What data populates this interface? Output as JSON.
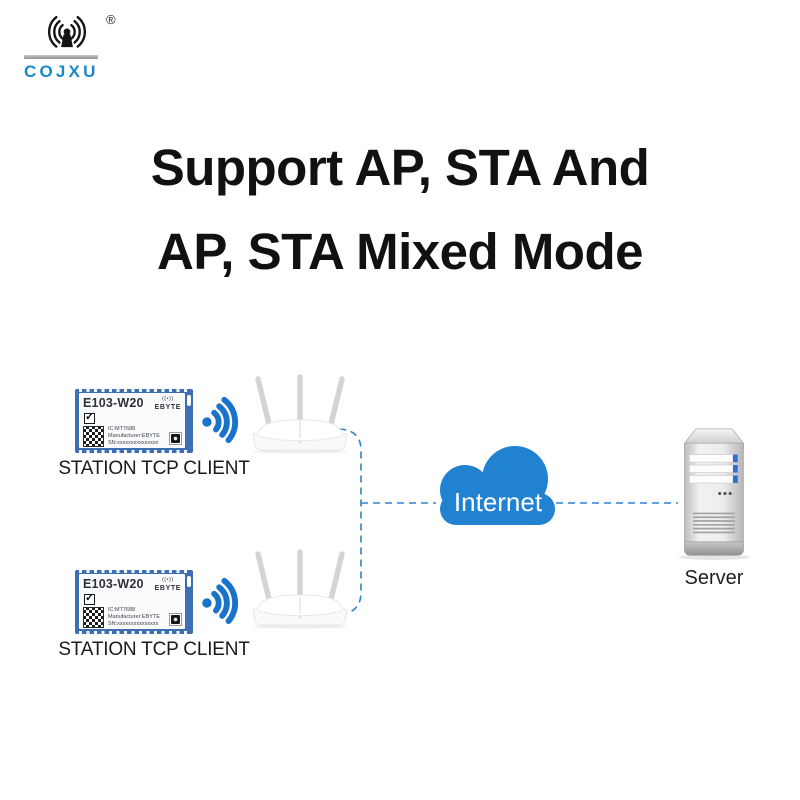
{
  "logo": {
    "brand": "COJXU",
    "registered_mark": "®"
  },
  "title": {
    "line1": "Support AP, STA And",
    "line2": "AP, STA Mixed Mode"
  },
  "modules": [
    {
      "model": "E103-W20",
      "brand": "EBYTE",
      "brand_icon": "((•))",
      "check_glyph": "✓",
      "info_lines": [
        "IC:MT7688",
        "Manufacturer:EBYTE",
        "SN:xxxxxxxxxxxxxxx"
      ],
      "caption": "STATION TCP CLIENT"
    },
    {
      "model": "E103-W20",
      "brand": "EBYTE",
      "brand_icon": "((•))",
      "check_glyph": "✓",
      "info_lines": [
        "IC:MT7688",
        "Manufacturer:EBYTE",
        "SN:xxxxxxxxxxxxxxx"
      ],
      "caption": "STATION TCP CLIENT"
    }
  ],
  "cloud": {
    "label": "Internet"
  },
  "server": {
    "label": "Server"
  },
  "colors": {
    "brand_blue": "#1789ca",
    "cloud_blue": "#2182d2",
    "wifi_blue": "#1a73cb",
    "dashed_blue": "#2e82d4",
    "pcb_border_blue": "#3e6eb3",
    "title_color": "#111111"
  }
}
